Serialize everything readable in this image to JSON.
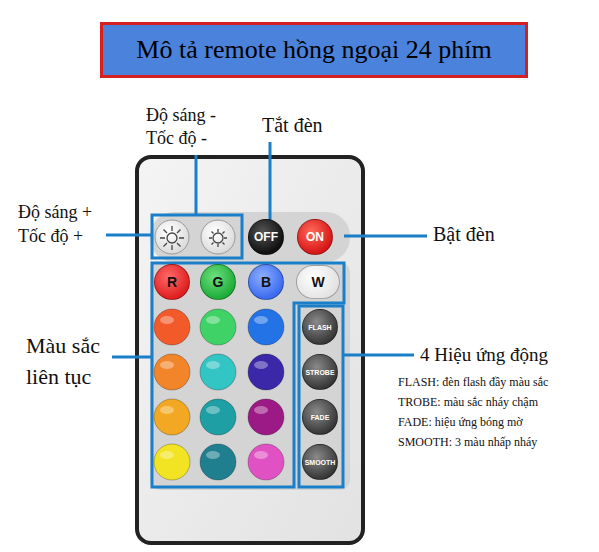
{
  "diagram": {
    "title": "Mô tả remote hồng ngoại 24 phím",
    "nodes": [
      {
        "text": [
          "OFF"
        ]
      },
      {
        "text": [
          "ON"
        ]
      },
      {
        "text": [
          "R"
        ]
      },
      {
        "text": [
          "G"
        ]
      },
      {
        "text": [
          "B"
        ]
      },
      {
        "text": [
          "W"
        ]
      },
      {
        "text": [
          "FLASH"
        ]
      },
      {
        "text": [
          "STROBE"
        ]
      },
      {
        "text": [
          "FADE"
        ]
      },
      {
        "text": [
          "SMOOTH"
        ]
      }
    ],
    "labels": [
      "Độ sáng - Tốc độ -",
      "Tắt đèn",
      "Độ sáng + Tốc độ +",
      "Bật đèn",
      "Màu sắc liên tục",
      "4 Hiệu ứng động",
      "FLASH: đèn flash đầy màu sắc",
      "TROBE: màu sắc nháy chậm",
      "FADE: hiệu ứng bóng mờ",
      "SMOOTH: 3 màu nhấp nháy"
    ]
  }
}
